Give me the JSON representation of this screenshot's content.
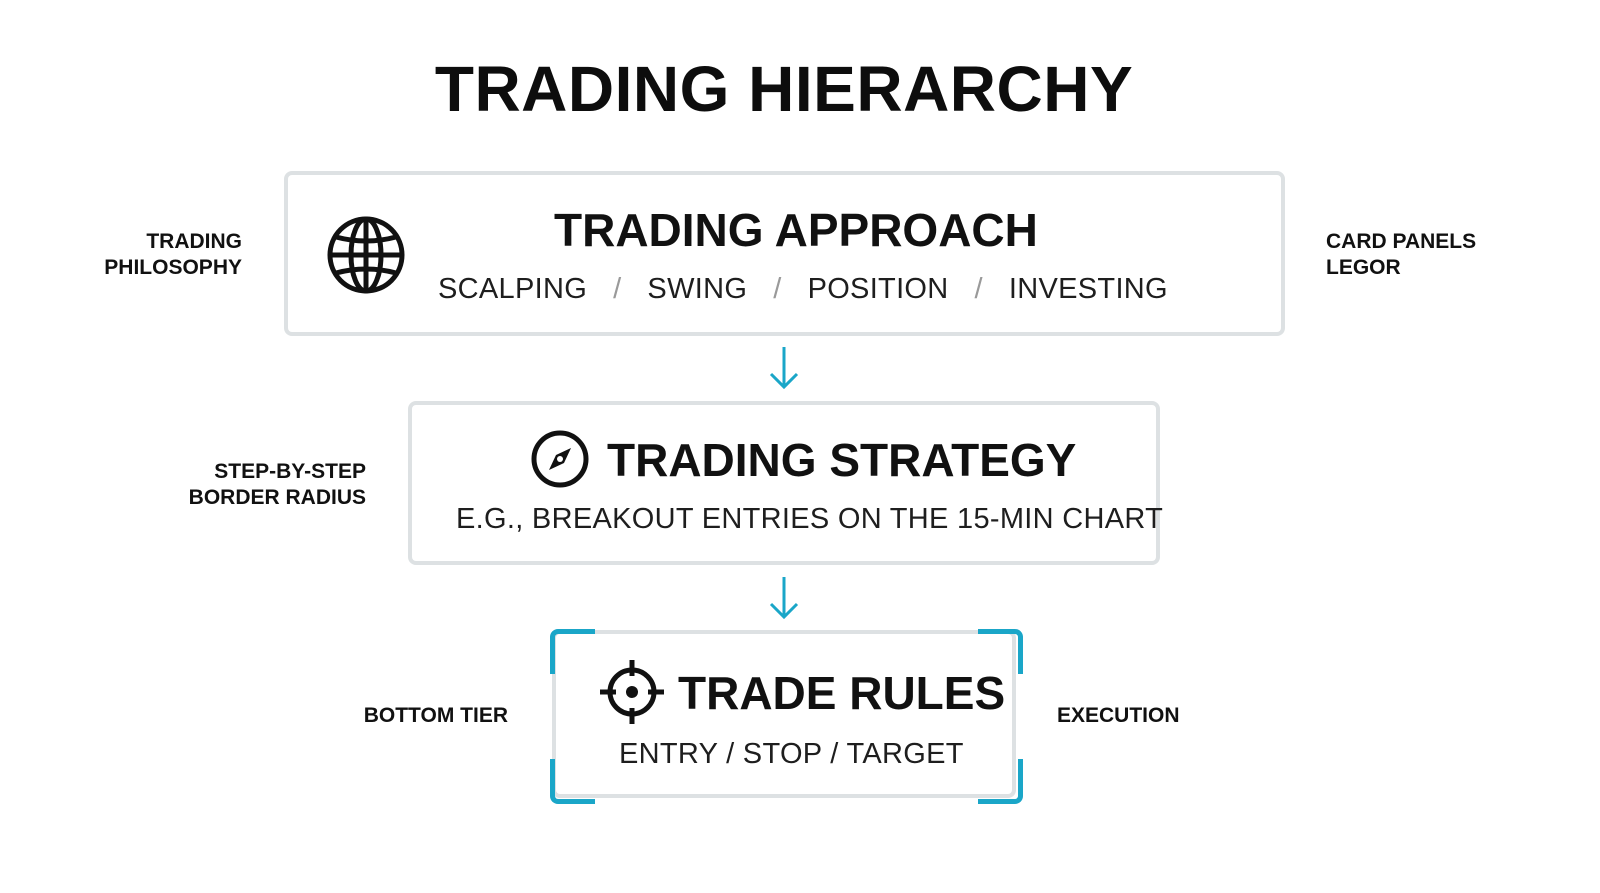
{
  "title": "TRADING HIERARCHY",
  "accent_color": "#1aa6c8",
  "border_color": "#dde1e3",
  "tiers": {
    "approach": {
      "title": "TRADING APPROACH",
      "icon": "globe-icon",
      "items": [
        "SCALPING",
        "SWING",
        "POSITION",
        "INVESTING"
      ],
      "separator": "/",
      "left_label_line1": "TRADING",
      "left_label_line2": "PHILOSOPHY",
      "right_label_line1": "CARD PANELS",
      "right_label_line2": "LEGOR"
    },
    "strategy": {
      "title": "TRADING STRATEGY",
      "icon": "compass-icon",
      "subtitle": "E.G., BREAKOUT ENTRIES ON THE 15-MIN CHART",
      "left_label_line1": "STEP-BY-STEP",
      "left_label_line2": "BORDER RADIUS"
    },
    "rules": {
      "title": "TRADE RULES",
      "icon": "crosshair-icon",
      "subtitle": "ENTRY / STOP / TARGET",
      "left_label": "BOTTOM TIER",
      "right_label": "EXECUTION"
    }
  },
  "connectors": [
    "arrow-down-icon",
    "arrow-down-icon"
  ]
}
